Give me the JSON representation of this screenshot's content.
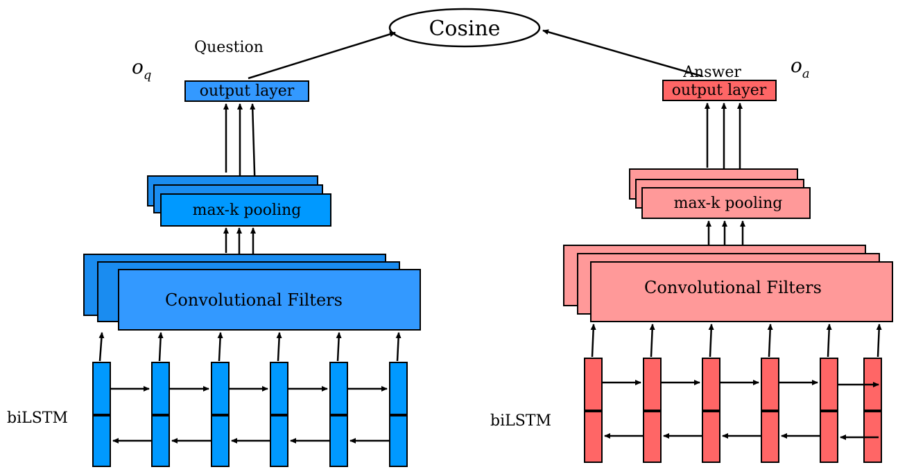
{
  "cosine_label": "Cosine",
  "question": {
    "title": "Question",
    "output_symbol_base": "o",
    "output_symbol_sub": "q",
    "output_layer_label": "output layer",
    "pooling_label": "max-k pooling",
    "conv_label": "Convolutional Filters",
    "bilstm_label": "biLSTM"
  },
  "answer": {
    "title": "Answer",
    "output_symbol_base": "o",
    "output_symbol_sub": "a",
    "output_layer_label": "output layer",
    "pooling_label": "max-k pooling",
    "conv_label": "Convolutional Filters",
    "bilstm_label": "biLSTM"
  },
  "colors": {
    "question_dark": "#1a8cf0",
    "question_light": "#3399ff",
    "answer_dark": "#ff6666",
    "answer_light": "#ff9999"
  }
}
